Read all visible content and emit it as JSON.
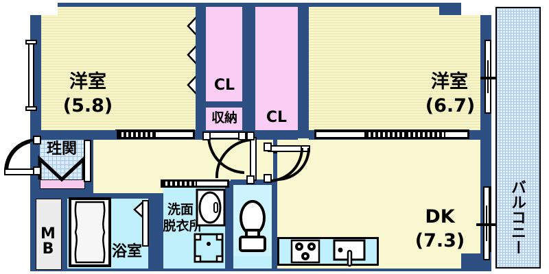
{
  "plan": {
    "title": "間取図",
    "rooms": [
      {
        "id": "bedroom_left",
        "name": "洋室",
        "size": "(5.8)",
        "type": "western-room"
      },
      {
        "id": "bedroom_right",
        "name": "洋室",
        "size": "(6.7)",
        "type": "western-room"
      },
      {
        "id": "dk",
        "name": "DK",
        "size": "(7.3)",
        "type": "dining-kitchen"
      },
      {
        "id": "closet_left",
        "name": "CL",
        "size": "",
        "type": "closet"
      },
      {
        "id": "closet_right",
        "name": "CL",
        "size": "",
        "type": "closet"
      },
      {
        "id": "storage",
        "name": "収納",
        "size": "",
        "type": "storage"
      },
      {
        "id": "entrance",
        "name": "珄関",
        "size": "",
        "type": "entrance"
      },
      {
        "id": "bath",
        "name": "浴室",
        "size": "",
        "type": "bathroom"
      },
      {
        "id": "washroom",
        "name": "洗面脱衣所",
        "size": "",
        "type": "washroom"
      },
      {
        "id": "meter_box",
        "name": "MB",
        "size": "",
        "type": "meter-box"
      },
      {
        "id": "balcony",
        "name": "バルコニー",
        "size": "",
        "type": "balcony"
      }
    ],
    "labels": {
      "bedroom_left_name": "洋室",
      "bedroom_left_size": "(5.8)",
      "bedroom_right_name": "洋室",
      "bedroom_right_size": "(6.7)",
      "dk_name": "DK",
      "dk_size": "(7.3)",
      "closet_left": "CL",
      "closet_right": "CL",
      "storage": "収納",
      "entrance": "珄関",
      "bath": "浴室",
      "washroom_line1": "洗面",
      "washroom_line2": "脱衣所",
      "meter_box_line1": "M",
      "meter_box_line2": "B",
      "balcony": "バルコニー"
    },
    "fixtures": [
      {
        "id": "bathtub",
        "name": "bathtub-icon"
      },
      {
        "id": "vanity_sink",
        "name": "vanity-sink-icon"
      },
      {
        "id": "washer_pan",
        "name": "washing-machine-pan-icon"
      },
      {
        "id": "toilet",
        "name": "toilet-icon"
      },
      {
        "id": "gas_stove",
        "name": "gas-stove-icon"
      },
      {
        "id": "kitchen_sink",
        "name": "kitchen-sink-icon"
      },
      {
        "id": "shoe_cabinet",
        "name": "shoe-cabinet-icon"
      }
    ],
    "colors": {
      "wall": "#2d4f82",
      "room_floor": "#f6f4c8",
      "closet_floor": "#f9cdf4",
      "wet_floor": "#bff0fb",
      "balcony_floor": "#e2edfb",
      "tile_floor": "#dcecfb",
      "meter_box": "#ececec",
      "ink": "#000000"
    }
  }
}
